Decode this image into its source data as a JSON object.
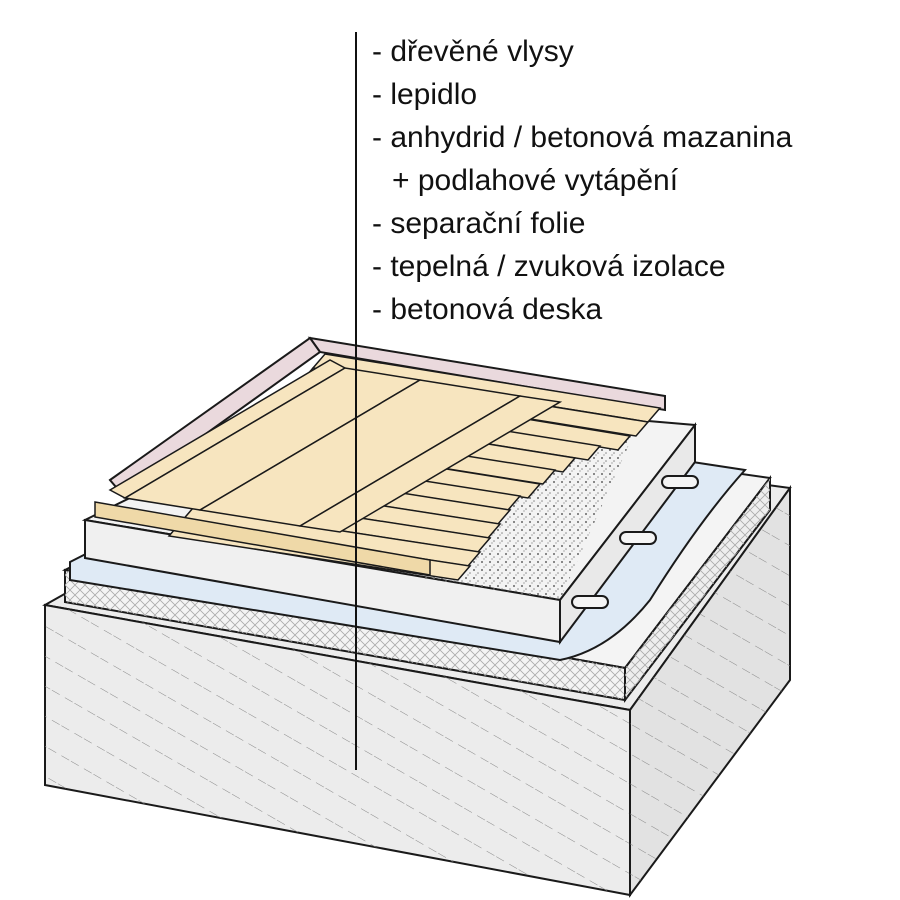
{
  "legend": {
    "items": [
      "- dřevěné vlysy",
      "- lepidlo",
      "- anhydrid / betonová mazanina",
      "+ podlahové vytápění",
      "- separační folie",
      "- tepelná / zvuková izolace",
      "- betonová deska"
    ]
  },
  "colors": {
    "wood": "#f7e5bf",
    "edge_strip": "#ead9dd",
    "screed": "#f0f0f0",
    "foil": "#dfeaf5",
    "insulation": "#f2f2f2",
    "concrete": "#e6e6e6",
    "outline": "#1a1a1a"
  }
}
